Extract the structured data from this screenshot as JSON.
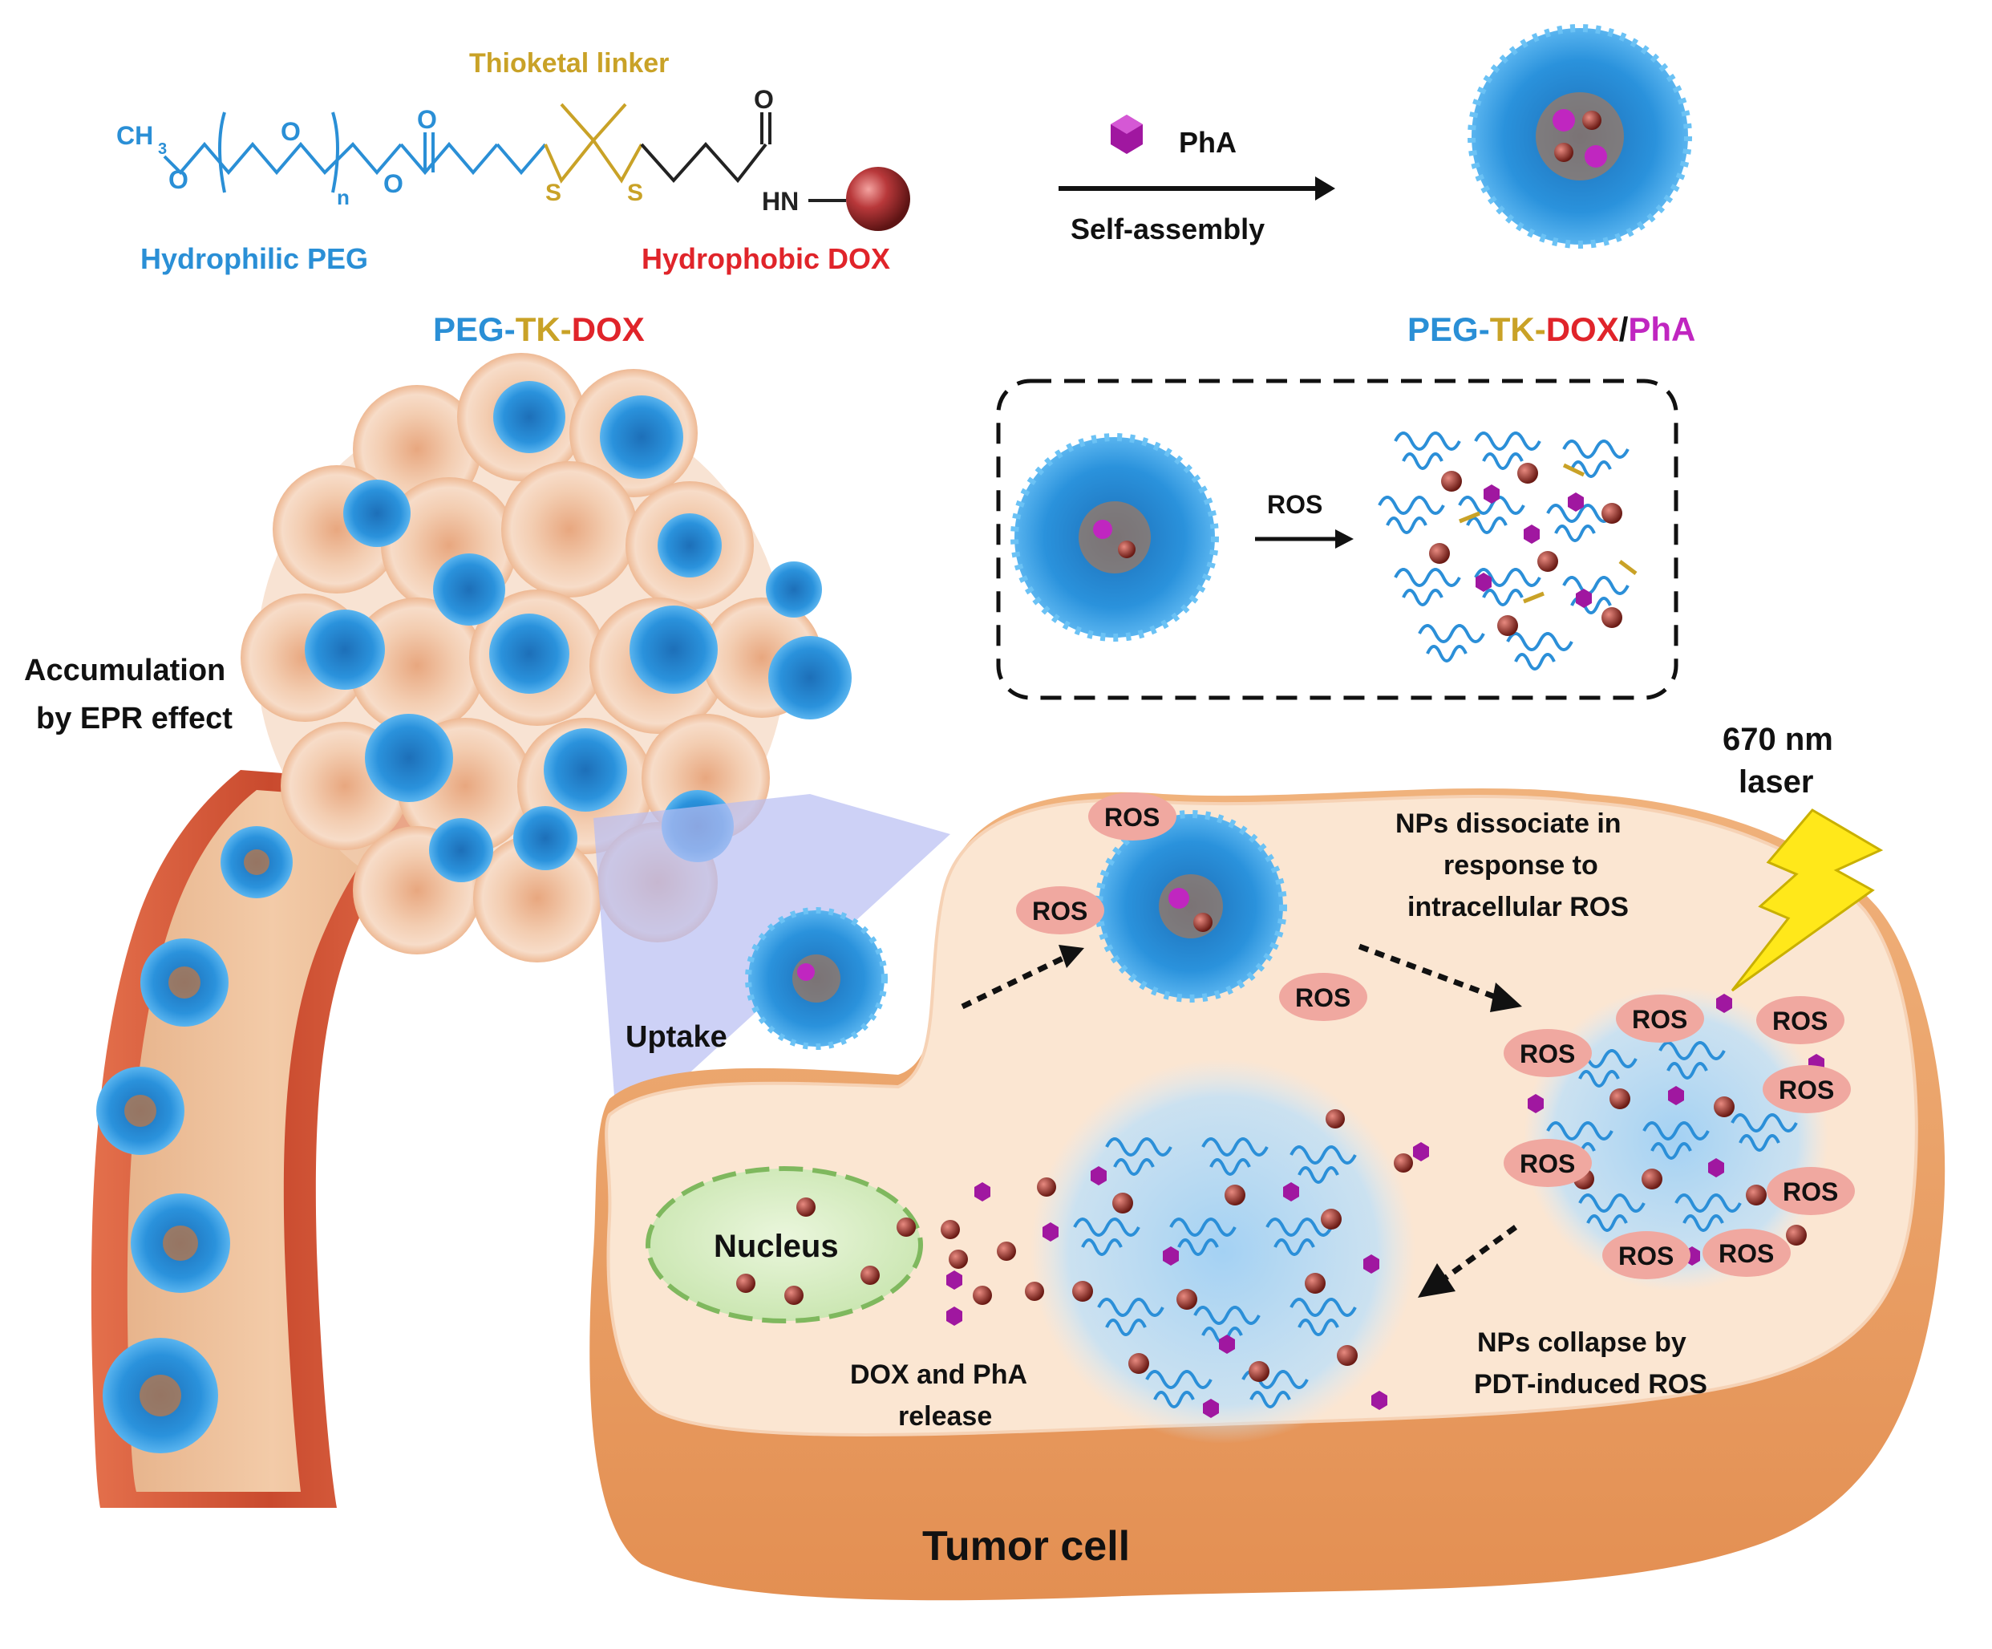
{
  "molecule": {
    "ch3": "CH",
    "ch3_sub": "3",
    "o_label": "O",
    "n_sub": "n",
    "s_label": "S",
    "hn_label": "HN",
    "thioketal_label": "Thioketal linker",
    "hydrophilic_label": "Hydrophilic PEG",
    "hydrophobic_label": "Hydrophobic DOX",
    "name_parts": [
      "PEG",
      "-",
      "TK",
      "-",
      "DOX"
    ]
  },
  "assembly": {
    "reagent_label": "PhA",
    "arrow_label": "Self-assembly",
    "product_parts": [
      "PEG",
      "-",
      "TK",
      "-",
      "DOX",
      "/",
      "PhA"
    ]
  },
  "inset": {
    "ros_label": "ROS"
  },
  "labels": {
    "accumulation_line1": "Accumulation",
    "accumulation_line2": "by EPR effect",
    "uptake": "Uptake",
    "laser_line1": "670 nm",
    "laser_line2": "laser",
    "dissociate_line1": "NPs dissociate in",
    "dissociate_line2": "response to",
    "dissociate_line3": "intracellular ROS",
    "collapse_line1": "NPs collapse by",
    "collapse_line2": "PDT-induced ROS",
    "release_line1": "DOX and PhA",
    "release_line2": "release",
    "nucleus": "Nucleus",
    "tumor_cell": "Tumor cell",
    "ros": "ROS"
  },
  "colors": {
    "peg_blue": "#2a8fd6",
    "tk_gold": "#c9a227",
    "dox_red": "#e0242a",
    "pha_magenta": "#c026c0",
    "cell_fill": "#fbe6d2",
    "cell_base": "#e9a56d",
    "ros_pink": "#f0a8a0",
    "vessel": "#d9603f"
  }
}
